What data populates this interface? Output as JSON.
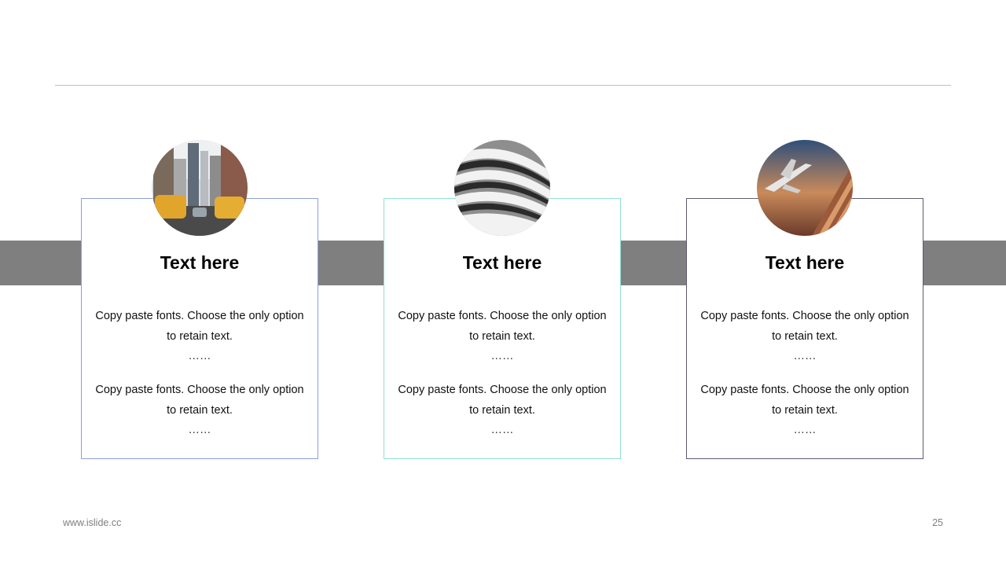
{
  "cards": [
    {
      "title": "Text here",
      "paragraphs": [
        "Copy paste fonts. Choose the only option to retain text.",
        "Copy paste fonts. Choose the only option to retain text."
      ],
      "ellipsis": "……",
      "border_color": "#8fa0d2",
      "image": "city-street-with-taxis"
    },
    {
      "title": "Text here",
      "paragraphs": [
        "Copy paste fonts. Choose the only option to retain text.",
        "Copy paste fonts. Choose the only option to retain text."
      ],
      "ellipsis": "……",
      "border_color": "#8fe3d0",
      "image": "curved-building-facade"
    },
    {
      "title": "Text here",
      "paragraphs": [
        "Copy paste fonts. Choose the only option to retain text.",
        "Copy paste fonts. Choose the only option to retain text."
      ],
      "ellipsis": "……",
      "border_color": "#5c5c74",
      "image": "airplane-over-building"
    }
  ],
  "band_color": "#7f7f7f",
  "footer": {
    "url": "www.islide.cc",
    "page_number": "25"
  }
}
